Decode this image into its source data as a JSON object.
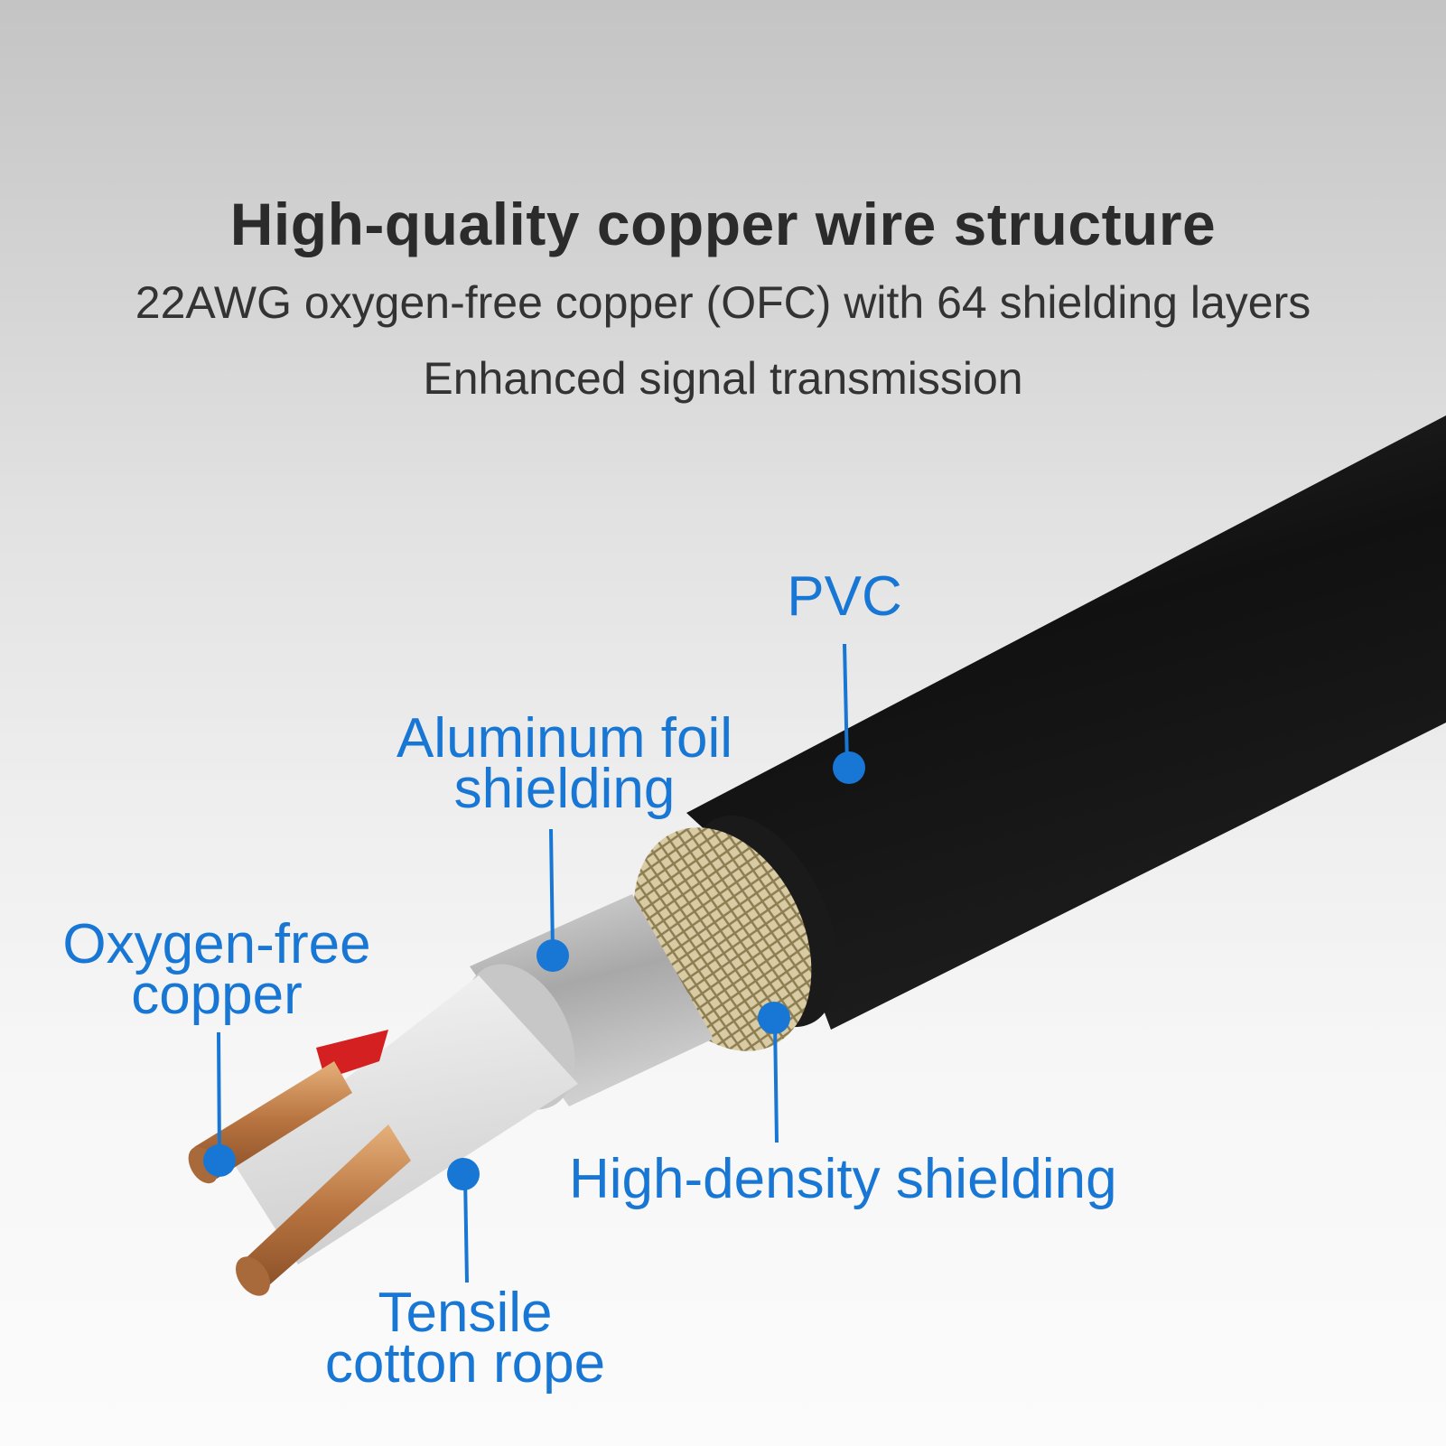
{
  "header": {
    "title": "High-quality copper wire structure",
    "subtitle": "22AWG oxygen-free copper (OFC) with 64 shielding layers",
    "subtitle2": "Enhanced signal transmission"
  },
  "labels": {
    "pvc": "PVC",
    "aluminum_line1": "Aluminum foil",
    "aluminum_line2": "shielding",
    "oxygen_line1": "Oxygen-free",
    "oxygen_line2": "copper",
    "high_density": "High-density shielding",
    "tensile_line1": "Tensile",
    "tensile_line2": "cotton rope"
  },
  "colors": {
    "label_blue": "#1877d4",
    "jacket": "#151515",
    "braid": "#cdbf95",
    "foil": "#b9b9b9",
    "copper": "#c98a55",
    "red_insulation": "#d42020"
  }
}
